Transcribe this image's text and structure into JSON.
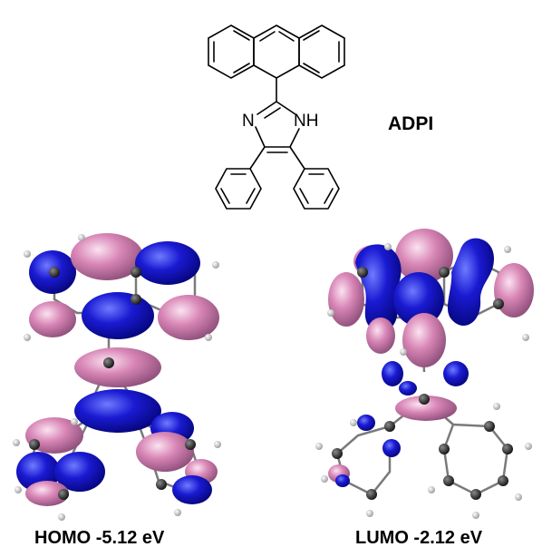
{
  "molecule": {
    "name": "ADPI",
    "atom_labels": {
      "n": "N",
      "nh": "NH"
    }
  },
  "orbitals": {
    "homo_label": "HOMO  -5.12 eV",
    "lumo_label": "LUMO  -2.12 eV"
  },
  "colors": {
    "lobe_positive": "#1414c8",
    "lobe_negative": "#d883b4",
    "carbon": "#2b2b2b",
    "hydrogen": "#d2d2d2",
    "bond": "#7a7a7a"
  }
}
